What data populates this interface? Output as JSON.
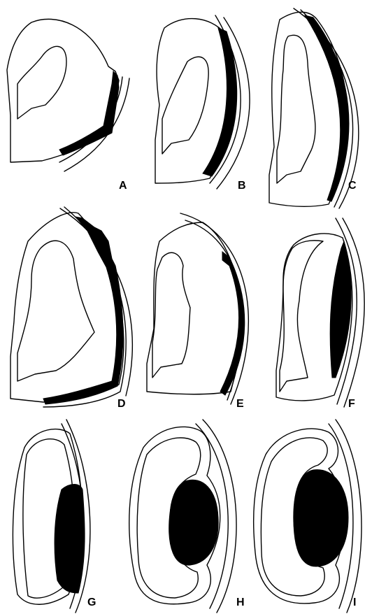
{
  "figure": {
    "panels": [
      {
        "label": "A",
        "lesion": "thin-crescent"
      },
      {
        "label": "B",
        "lesion": "thin-crescent"
      },
      {
        "label": "C",
        "lesion": "thin-crescent"
      },
      {
        "label": "D",
        "lesion": "crescent"
      },
      {
        "label": "E",
        "lesion": "crescent"
      },
      {
        "label": "F",
        "lesion": "lens"
      },
      {
        "label": "G",
        "lesion": "lens"
      },
      {
        "label": "H",
        "lesion": "round-mass"
      },
      {
        "label": "I",
        "lesion": "round-mass"
      }
    ],
    "colors": {
      "ink": "#000000",
      "background": "#ffffff"
    }
  }
}
